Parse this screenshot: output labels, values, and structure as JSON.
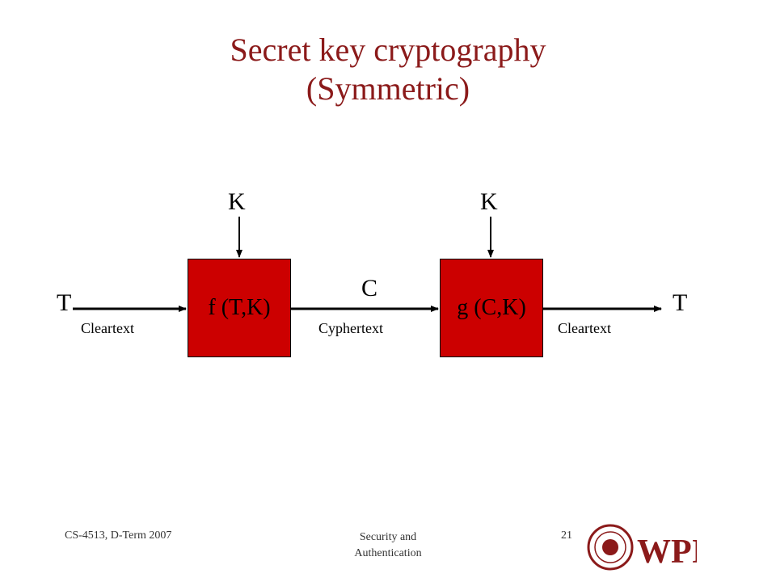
{
  "title": {
    "line1": "Secret key cryptography",
    "line2": "(Symmetric)"
  },
  "diagram": {
    "input_label": "T",
    "input_caption": "Cleartext",
    "key_left": "K",
    "key_right": "K",
    "encrypt_box": "f (T,K)",
    "middle_label": "C",
    "middle_caption": "Cyphertext",
    "decrypt_box": "g (C,K)",
    "output_label": "T",
    "output_caption": "Cleartext",
    "box_color": "#cc0000"
  },
  "footer": {
    "course": "CS-4513, D-Term 2007",
    "topic_line1": "Security and",
    "topic_line2": "Authentication",
    "page_number": "21"
  },
  "logo": {
    "text": "WPI",
    "color": "#8b1a1a"
  }
}
